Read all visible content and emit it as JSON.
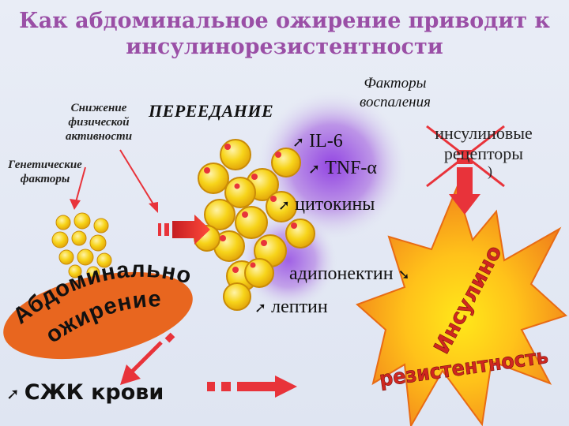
{
  "title": {
    "line1": "Как абдоминальное ожирение приводит к",
    "line2": "инсулинорезистентности"
  },
  "left_factors": {
    "activity_line1": "Снижение",
    "activity_line2": "физической",
    "activity_line3": "активности",
    "genetic_line1": "Генетические",
    "genetic_line2": "факторы"
  },
  "overeating": "ПЕРЕЕДАНИЕ",
  "inflammation": {
    "header_line1": "Факторы",
    "header_line2": "воспаления",
    "il6": "IL-6",
    "tnf": "TNF-α",
    "cytokines": "цитокины"
  },
  "adipokines": {
    "adiponectin": "адипонектин",
    "leptin": "лептин"
  },
  "receptors": {
    "line1": "инсулиновые",
    "line2": "рецепторы",
    "line3": ")"
  },
  "obesity_label": {
    "word1": "Абдоминальное",
    "word2": "ожирение"
  },
  "ffa": "СЖК крови",
  "burst": {
    "word1": "Инсулино",
    "word2": "резистентность"
  },
  "icons": {
    "up": "arrow-up-right-icon",
    "down": "arrow-down-right-icon"
  },
  "colors": {
    "title": "#9a4fa6",
    "arrow_red": "#e8333a",
    "ellipse": "#e8661f",
    "fat_cell": "#f7d41a",
    "burst_yellow": "#ffe81a",
    "burst_orange": "#f07c1a"
  }
}
